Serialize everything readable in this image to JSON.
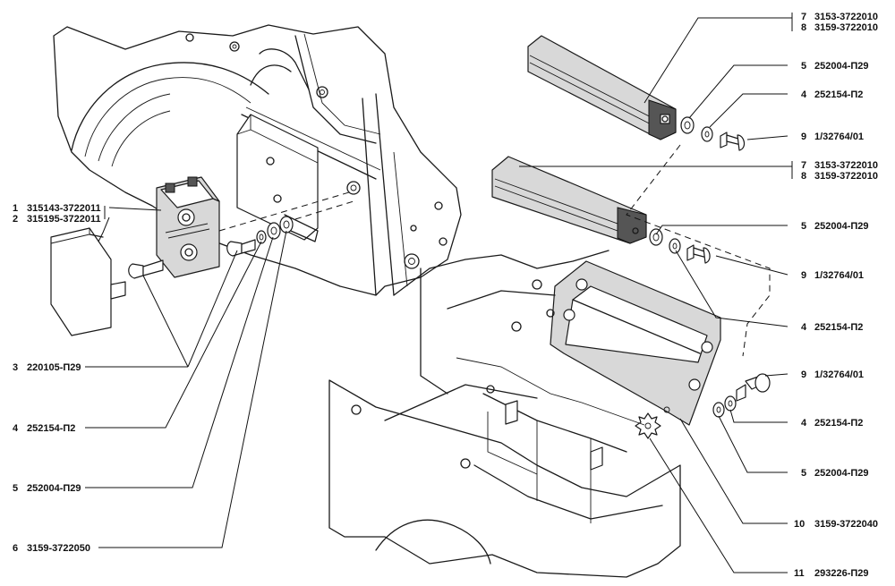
{
  "callouts": [
    {
      "num": "1",
      "code": "315143-3722011"
    },
    {
      "num": "2",
      "code": "315195-3722011"
    },
    {
      "num": "3",
      "code": "220105-П29"
    },
    {
      "num": "4",
      "code": "252154-П2"
    },
    {
      "num": "5",
      "code": "252004-П29"
    },
    {
      "num": "6",
      "code": "3159-3722050"
    },
    {
      "num": "7",
      "code": "3153-3722010"
    },
    {
      "num": "8",
      "code": "3159-3722010"
    },
    {
      "num": "5",
      "code": "252004-П29"
    },
    {
      "num": "4",
      "code": "252154-П2"
    },
    {
      "num": "9",
      "code": "1/32764/01"
    },
    {
      "num": "7",
      "code": "3153-3722010"
    },
    {
      "num": "8",
      "code": "3159-3722010"
    },
    {
      "num": "5",
      "code": "252004-П29"
    },
    {
      "num": "9",
      "code": "1/32764/01"
    },
    {
      "num": "4",
      "code": "252154-П2"
    },
    {
      "num": "9",
      "code": "1/32764/01"
    },
    {
      "num": "4",
      "code": "252154-П2"
    },
    {
      "num": "5",
      "code": "252004-П29"
    },
    {
      "num": "10",
      "code": "3159-3722040"
    },
    {
      "num": "11",
      "code": "293226-П29"
    }
  ]
}
